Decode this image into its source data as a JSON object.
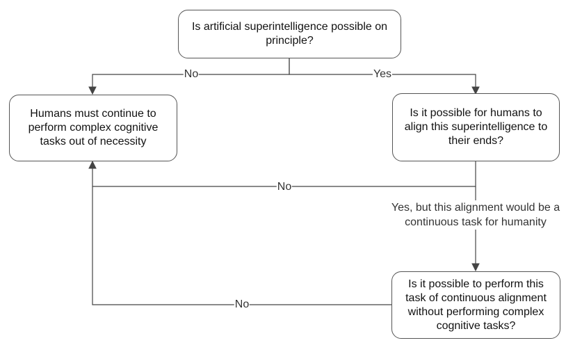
{
  "nodes": {
    "question_possible": "Is artificial superintelligence possible on principle?",
    "outcome_humans_continue": "Humans must continue to perform complex cognitive tasks out of necessity",
    "question_align": "Is it possible for humans to align this superintelligence to their ends?",
    "question_continuous": "Is it possible to perform this task of continuous alignment without performing complex cognitive tasks?"
  },
  "edges": {
    "possible_no": "No",
    "possible_yes": "Yes",
    "align_no": "No",
    "align_yes_but": "Yes, but this alignment would be a continuous task for humanity",
    "continuous_no": "No"
  },
  "colors": {
    "line": "#444444",
    "border": "#555555",
    "text": "#111111"
  }
}
